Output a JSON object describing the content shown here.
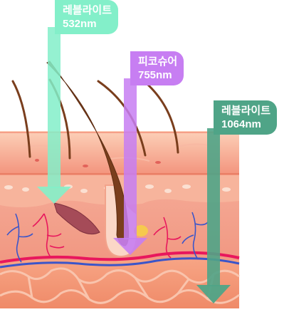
{
  "labels": [
    {
      "name": "레블라이트",
      "wavelength": "532nm",
      "color": "#83efc9"
    },
    {
      "name": "피코슈어",
      "wavelength": "755nm",
      "color": "#c77ef2"
    },
    {
      "name": "레블라이트",
      "wavelength": "1064nm",
      "color": "#4fa487"
    }
  ]
}
